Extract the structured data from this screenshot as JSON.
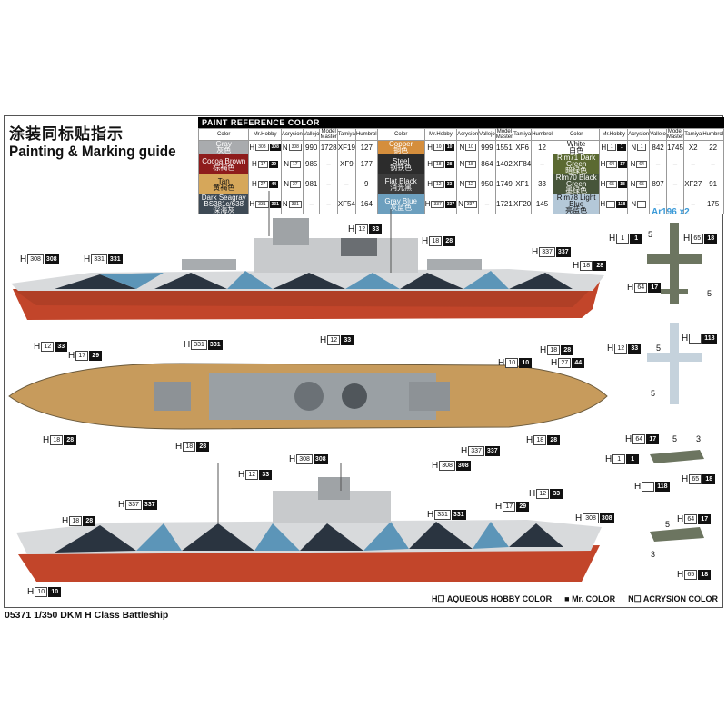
{
  "title_zh": "涂装同标贴指示",
  "title_en": "Painting & Marking guide",
  "table": {
    "caption": "PAINT REFERENCE COLOR",
    "headers": [
      "Color",
      "Mr.Hobby",
      "Acrysion",
      "Vallejo",
      "Model Master",
      "Tamiya",
      "Humbrol"
    ],
    "rows": [
      [
        {
          "name": "Gray",
          "zh": "灰色",
          "color": "#a9abae",
          "fg": "#fff",
          "h": "308",
          "m": "308",
          "n": "308",
          "vallejo": "990",
          "mm": "1728",
          "tamiya": "XF19",
          "humbrol": "127"
        },
        {
          "name": "Copper",
          "zh": "铜色",
          "color": "#d58e3c",
          "fg": "#fff",
          "h": "10",
          "m": "10",
          "n": "10",
          "vallejo": "999",
          "mm": "1551",
          "tamiya": "XF6",
          "humbrol": "12"
        },
        {
          "name": "White",
          "zh": "白色",
          "color": "#ffffff",
          "fg": "#111",
          "h": "1",
          "m": "1",
          "n": "1",
          "vallejo": "842",
          "mm": "1745",
          "tamiya": "X2",
          "humbrol": "22"
        }
      ],
      [
        {
          "name": "Cocoa Brown",
          "zh": "棕褐色",
          "color": "#8e1c1c",
          "fg": "#fff",
          "h": "17",
          "m": "29",
          "n": "17",
          "vallejo": "985",
          "mm": "–",
          "tamiya": "XF9",
          "humbrol": "177"
        },
        {
          "name": "Steel",
          "zh": "钢铁色",
          "color": "#2c2c2c",
          "fg": "#fff",
          "h": "18",
          "m": "28",
          "n": "18",
          "vallejo": "864",
          "mm": "1402",
          "tamiya": "XF84",
          "humbrol": "–"
        },
        {
          "name": "Rlm71 Dark Green",
          "zh": "暗绿色",
          "color": "#5b6a32",
          "fg": "#fff",
          "h": "64",
          "m": "17",
          "n": "64",
          "vallejo": "–",
          "mm": "–",
          "tamiya": "–",
          "humbrol": "–"
        }
      ],
      [
        {
          "name": "Tan",
          "zh": "黄褐色",
          "color": "#d6a75a",
          "fg": "#111",
          "h": "27",
          "m": "44",
          "n": "27",
          "vallejo": "981",
          "mm": "–",
          "tamiya": "–",
          "humbrol": "9"
        },
        {
          "name": "Flat Black",
          "zh": "消光黑",
          "color": "#3c3c3c",
          "fg": "#fff",
          "h": "12",
          "m": "33",
          "n": "12",
          "vallejo": "950",
          "mm": "1749",
          "tamiya": "XF1",
          "humbrol": "33"
        },
        {
          "name": "Rlm70 Black Green",
          "zh": "墨绿色",
          "color": "#47553a",
          "fg": "#fff",
          "h": "65",
          "m": "18",
          "n": "65",
          "vallejo": "897",
          "mm": "–",
          "tamiya": "XF27",
          "humbrol": "91"
        }
      ],
      [
        {
          "name": "Dark Seagray BS381c/638",
          "zh": "深海灰",
          "color": "#3e4a55",
          "fg": "#fff",
          "h": "331",
          "m": "331",
          "n": "331",
          "vallejo": "–",
          "mm": "–",
          "tamiya": "XF54",
          "humbrol": "164"
        },
        {
          "name": "Gray Blue",
          "zh": "灰蓝色",
          "color": "#6c9fbe",
          "fg": "#fff",
          "h": "337",
          "m": "337",
          "n": "337",
          "vallejo": "–",
          "mm": "1721",
          "tamiya": "XF20",
          "humbrol": "145"
        },
        {
          "name": "Rlm78 Light Blue",
          "zh": "亮蓝色",
          "color": "#b4c8d8",
          "fg": "#111",
          "h": "",
          "m": "118",
          "n": "",
          "vallejo": "–",
          "mm": "–",
          "tamiya": "–",
          "humbrol": "175"
        }
      ]
    ]
  },
  "callouts": [
    {
      "h": "308",
      "m": "308"
    },
    {
      "h": "331",
      "m": "331"
    },
    {
      "h": "12",
      "m": "33"
    },
    {
      "h": "18",
      "m": "28"
    },
    {
      "h": "337",
      "m": "337"
    },
    {
      "h": "18",
      "m": "28"
    },
    {
      "h": "12",
      "m": "33"
    },
    {
      "h": "17",
      "m": "29"
    },
    {
      "h": "10",
      "m": "10"
    },
    {
      "h": "331",
      "m": "331"
    },
    {
      "h": "12",
      "m": "33"
    },
    {
      "h": "18",
      "m": "28"
    },
    {
      "h": "27",
      "m": "44"
    },
    {
      "h": "18",
      "m": "28"
    },
    {
      "h": "18",
      "m": "28"
    },
    {
      "h": "337",
      "m": "337"
    },
    {
      "h": "308",
      "m": "308"
    },
    {
      "h": "308",
      "m": "308"
    },
    {
      "h": "18",
      "m": "28"
    },
    {
      "h": "12",
      "m": "33"
    },
    {
      "h": "337",
      "m": "337"
    },
    {
      "h": "18",
      "m": "28"
    },
    {
      "h": "331",
      "m": "331"
    },
    {
      "h": "17",
      "m": "29"
    },
    {
      "h": "12",
      "m": "33"
    },
    {
      "h": "308",
      "m": "308"
    },
    {
      "h": "10",
      "m": "10"
    },
    {
      "h": "1",
      "m": "1"
    },
    {
      "h": "65",
      "m": "18"
    },
    {
      "h": "64",
      "m": "17"
    },
    {
      "h": "12",
      "m": "33"
    },
    {
      "h": "",
      "m": "118"
    },
    {
      "h": "64",
      "m": "17"
    },
    {
      "h": "1",
      "m": "1"
    },
    {
      "h": "65",
      "m": "18"
    },
    {
      "h": "",
      "m": "118"
    },
    {
      "h": "64",
      "m": "17"
    },
    {
      "h": "65",
      "m": "18"
    }
  ],
  "h_prefix": "H",
  "n_prefix": "N",
  "aircraft_label": "Ar196 x2",
  "aircraft_numbers": [
    "5",
    "5",
    "5",
    "5",
    "5",
    "3",
    "5",
    "3"
  ],
  "legend": [
    "AQUEOUS HOBBY COLOR",
    "Mr. COLOR",
    "ACRYSION COLOR"
  ],
  "footer": "05371 1/350 DKM H Class Battleship"
}
